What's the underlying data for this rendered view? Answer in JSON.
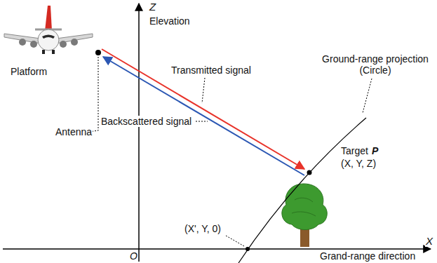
{
  "diagram": {
    "labels": [
      "Z",
      "Elevation",
      "Platform",
      "Transmitted signal",
      "Ground-range projection (Circle)",
      "Backscattered signal",
      "Antenna",
      "Target",
      "P",
      "(X, Y, Z)",
      "(X', Y, 0)",
      "O",
      "X",
      "Grand-range direction"
    ]
  }
}
